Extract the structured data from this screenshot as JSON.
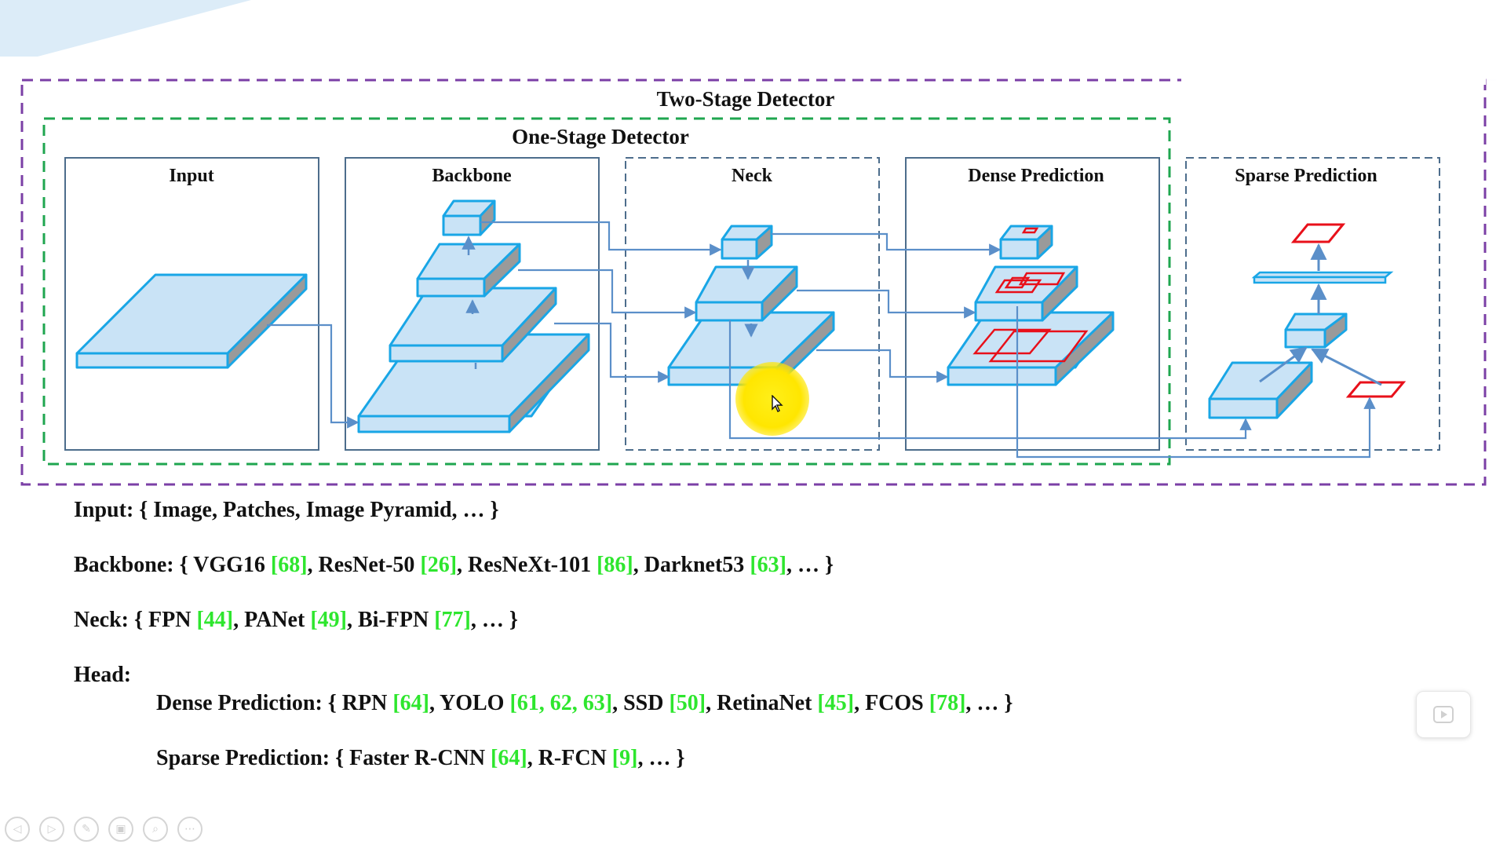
{
  "diagram": {
    "two_stage_label": "Two-Stage Detector",
    "one_stage_label": "One-Stage Detector",
    "panels": {
      "input": "Input",
      "backbone": "Backbone",
      "neck": "Neck",
      "dense": "Dense Prediction",
      "sparse": "Sparse Prediction"
    }
  },
  "description": {
    "input": {
      "prefix": "Input: { Image, Patches, Image Pyramid, … }"
    },
    "backbone": {
      "prefix": "Backbone: { VGG16 ",
      "r1": "[68]",
      "t1": ", ResNet-50 ",
      "r2": "[26]",
      "t2": ", ResNeXt-101 ",
      "r3": "[86]",
      "t3": ", Darknet53 ",
      "r4": "[63]",
      "t4": ", … }"
    },
    "neck": {
      "prefix": "Neck: { FPN ",
      "r1": "[44]",
      "t1": ", PANet ",
      "r2": "[49]",
      "t2": ", Bi-FPN ",
      "r3": "[77]",
      "t3": ", … }"
    },
    "head": {
      "label": "Head:"
    },
    "dense": {
      "prefix": "Dense Prediction: { RPN ",
      "r1": "[64]",
      "t1": ", YOLO ",
      "r2": "[61, 62, 63]",
      "t2": ", SSD ",
      "r3": "[50]",
      "t3": ", RetinaNet ",
      "r4": "[45]",
      "t4": ", FCOS ",
      "r5": "[78]",
      "t5": ", … }"
    },
    "sparse": {
      "prefix": "Sparse Prediction: { Faster R-CNN ",
      "r1": "[64]",
      "t1": ",  R-FCN ",
      "r2": "[9]",
      "t2": ", … }"
    }
  },
  "colors": {
    "two_stage_border": "#7b3fa6",
    "one_stage_border": "#1fa64f",
    "panel_border": "#4d6d8c",
    "box_fill": "#c9e3f6",
    "box_stroke": "#19a6e6",
    "box_side": "#9a9a9a",
    "arrow": "#5b8fc9",
    "prediction_red": "#e8101a",
    "reference_green": "#2ee62e"
  },
  "toolbar": {
    "icons": [
      "prev-icon",
      "next-icon",
      "pen-icon",
      "slides-icon",
      "zoom-icon",
      "more-icon"
    ]
  }
}
